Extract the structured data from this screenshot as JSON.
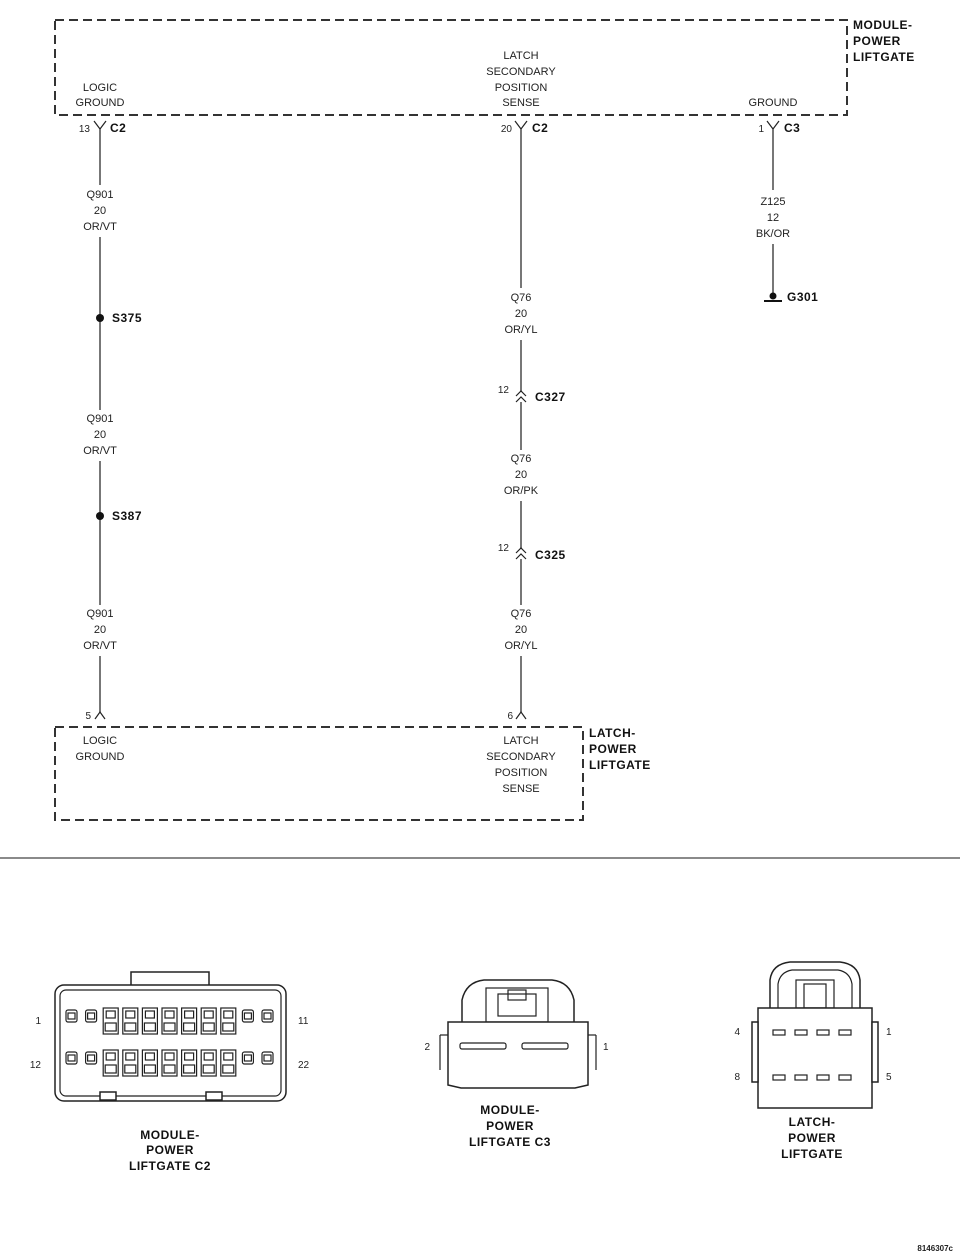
{
  "module": {
    "name": [
      "MODULE-",
      "POWER",
      "LIFTGATE"
    ],
    "pins": {
      "logic_ground": [
        "LOGIC",
        "GROUND"
      ],
      "latch_sense": [
        "LATCH",
        "SECONDARY",
        "POSITION",
        "SENSE"
      ],
      "ground": [
        "GROUND"
      ]
    }
  },
  "latch": {
    "name": [
      "LATCH-",
      "POWER",
      "LIFTGATE"
    ],
    "pins": {
      "logic_ground": [
        "LOGIC",
        "GROUND"
      ],
      "latch_sense": [
        "LATCH",
        "SECONDARY",
        "POSITION",
        "SENSE"
      ]
    }
  },
  "circuits": {
    "left": {
      "top_pin": "13",
      "top_conn": "C2",
      "seg1": [
        "Q901",
        "20",
        "OR/VT"
      ],
      "splice1": "S375",
      "seg2": [
        "Q901",
        "20",
        "OR/VT"
      ],
      "splice2": "S387",
      "seg3": [
        "Q901",
        "20",
        "OR/VT"
      ],
      "bottom_pin": "5"
    },
    "middle": {
      "top_pin": "20",
      "top_conn": "C2",
      "seg1": [
        "Q76",
        "20",
        "OR/YL"
      ],
      "inline1_pin": "12",
      "inline1": "C327",
      "seg2": [
        "Q76",
        "20",
        "OR/PK"
      ],
      "inline2_pin": "12",
      "inline2": "C325",
      "seg3": [
        "Q76",
        "20",
        "OR/YL"
      ],
      "bottom_pin": "6"
    },
    "right": {
      "top_pin": "1",
      "top_conn": "C3",
      "seg1": [
        "Z125",
        "12",
        "BK/OR"
      ],
      "ground": "G301"
    }
  },
  "connectors": {
    "c2": {
      "caption": [
        "MODULE-",
        "POWER",
        "LIFTGATE C2"
      ],
      "pins": [
        "1",
        "11",
        "12",
        "22"
      ]
    },
    "c3": {
      "caption": [
        "MODULE-",
        "POWER",
        "LIFTGATE C3"
      ],
      "pins": [
        "2",
        "1"
      ]
    },
    "latch": {
      "caption": [
        "LATCH-",
        "POWER",
        "LIFTGATE"
      ],
      "pins": [
        "4",
        "1",
        "8",
        "5"
      ]
    }
  },
  "figure_id": "8146307c"
}
